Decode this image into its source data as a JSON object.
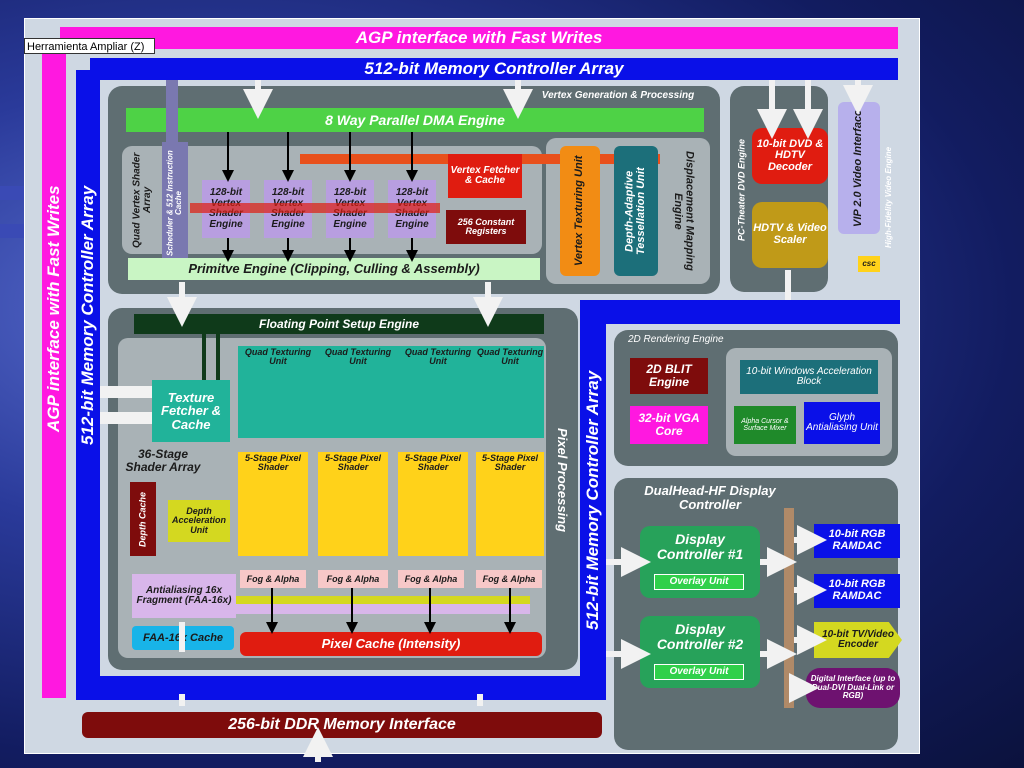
{
  "tooltip": "Herramienta Ampliar (Z)",
  "agp_top": "AGP interface with Fast Writes",
  "mem_top": "512-bit Memory Controller Array",
  "agp_left": "AGP interface with Fast Writes",
  "mem_left": "512-bit Memory Controller Array",
  "mem_right": "512-bit Memory Controller Array",
  "vertex_title": "Vertex Generation & Processing",
  "dma": "8 Way Parallel DMA Engine",
  "quad_vertex": "Quad Vertex Shader Array",
  "scheduler": "Scheduler & 512 Instruction Cache",
  "vertex_shaders": [
    "128-bit Vertex Shader Engine",
    "128-bit Vertex Shader Engine",
    "128-bit Vertex Shader Engine",
    "128-bit Vertex Shader Engine"
  ],
  "vertex_fetcher": "Vertex Fetcher & Cache",
  "constant_regs": "256 Constant Registers",
  "vertex_texturing": "Vertex Texturing Unit",
  "depth_adaptive": "Depth-Adaptive Tessellation Unit",
  "displacement": "Displacement Mapping Engine",
  "primitive": "Primitve Engine (Clipping, Culling & Assembly)",
  "pc_theater": "PC-Theater DVD Engine",
  "dvd_decoder": "10-bit DVD & HDTV Decoder",
  "hdtv_scaler": "HDTV & Video Scaler",
  "vip": "VIP 2.0 Video Interface",
  "hifi_video": "High-Fidelity Video Engine",
  "csc": "csc",
  "fp_setup": "Floating Point Setup Engine",
  "texture_fetcher": "Texture Fetcher & Cache",
  "quad_tex": [
    "Quad Texturing Unit",
    "Quad Texturing Unit",
    "Quad Texturing Unit",
    "Quad Texturing Unit"
  ],
  "shader_array_36": "36-Stage Shader Array",
  "pixel_shaders": [
    "5-Stage Pixel Shader",
    "5-Stage Pixel Shader",
    "5-Stage Pixel Shader",
    "5-Stage Pixel Shader"
  ],
  "depth_cache": "Depth Cache",
  "depth_accel": "Depth Acceleration Unit",
  "fog": [
    "Fog & Alpha",
    "Fog & Alpha",
    "Fog & Alpha",
    "Fog & Alpha"
  ],
  "faa_fragment": "Antialiasing 16x Fragment (FAA-16x)",
  "faa_cache": "FAA-16x Cache",
  "pixel_cache": "Pixel Cache (Intensity)",
  "pixel_processing": "Pixel Processing",
  "render2d_title": "2D Rendering Engine",
  "blit": "2D BLIT Engine",
  "win_accel": "10-bit Windows Acceleration Block",
  "vga": "32-bit VGA Core",
  "alpha_cursor": "Alpha Cursor & Surface Mixer",
  "glyph": "Glyph Antialiasing Unit",
  "dualhead": "DualHead-HF Display Controller",
  "display1": "Display Controller #1",
  "display2": "Display Controller #2",
  "overlay": [
    "Overlay Unit",
    "Overlay Unit"
  ],
  "ramdac": [
    "10-bit RGB RAMDAC",
    "10-bit RGB RAMDAC"
  ],
  "tv_encoder": "10-bit TV/Video Encoder",
  "digital_iface": "Digital Interface (up to Dual-DVI Dual-Link or RGB)",
  "ddr": "256-bit DDR Memory Interface",
  "colors": {
    "magenta": "#ff18e0",
    "blue": "#0a10e8",
    "green": "#4ed246",
    "teal": "#21b39a",
    "yellow": "#ffd21a",
    "red": "#e01c10",
    "darkred": "#7e0c0c",
    "darkgreen": "#0f3a1a"
  }
}
